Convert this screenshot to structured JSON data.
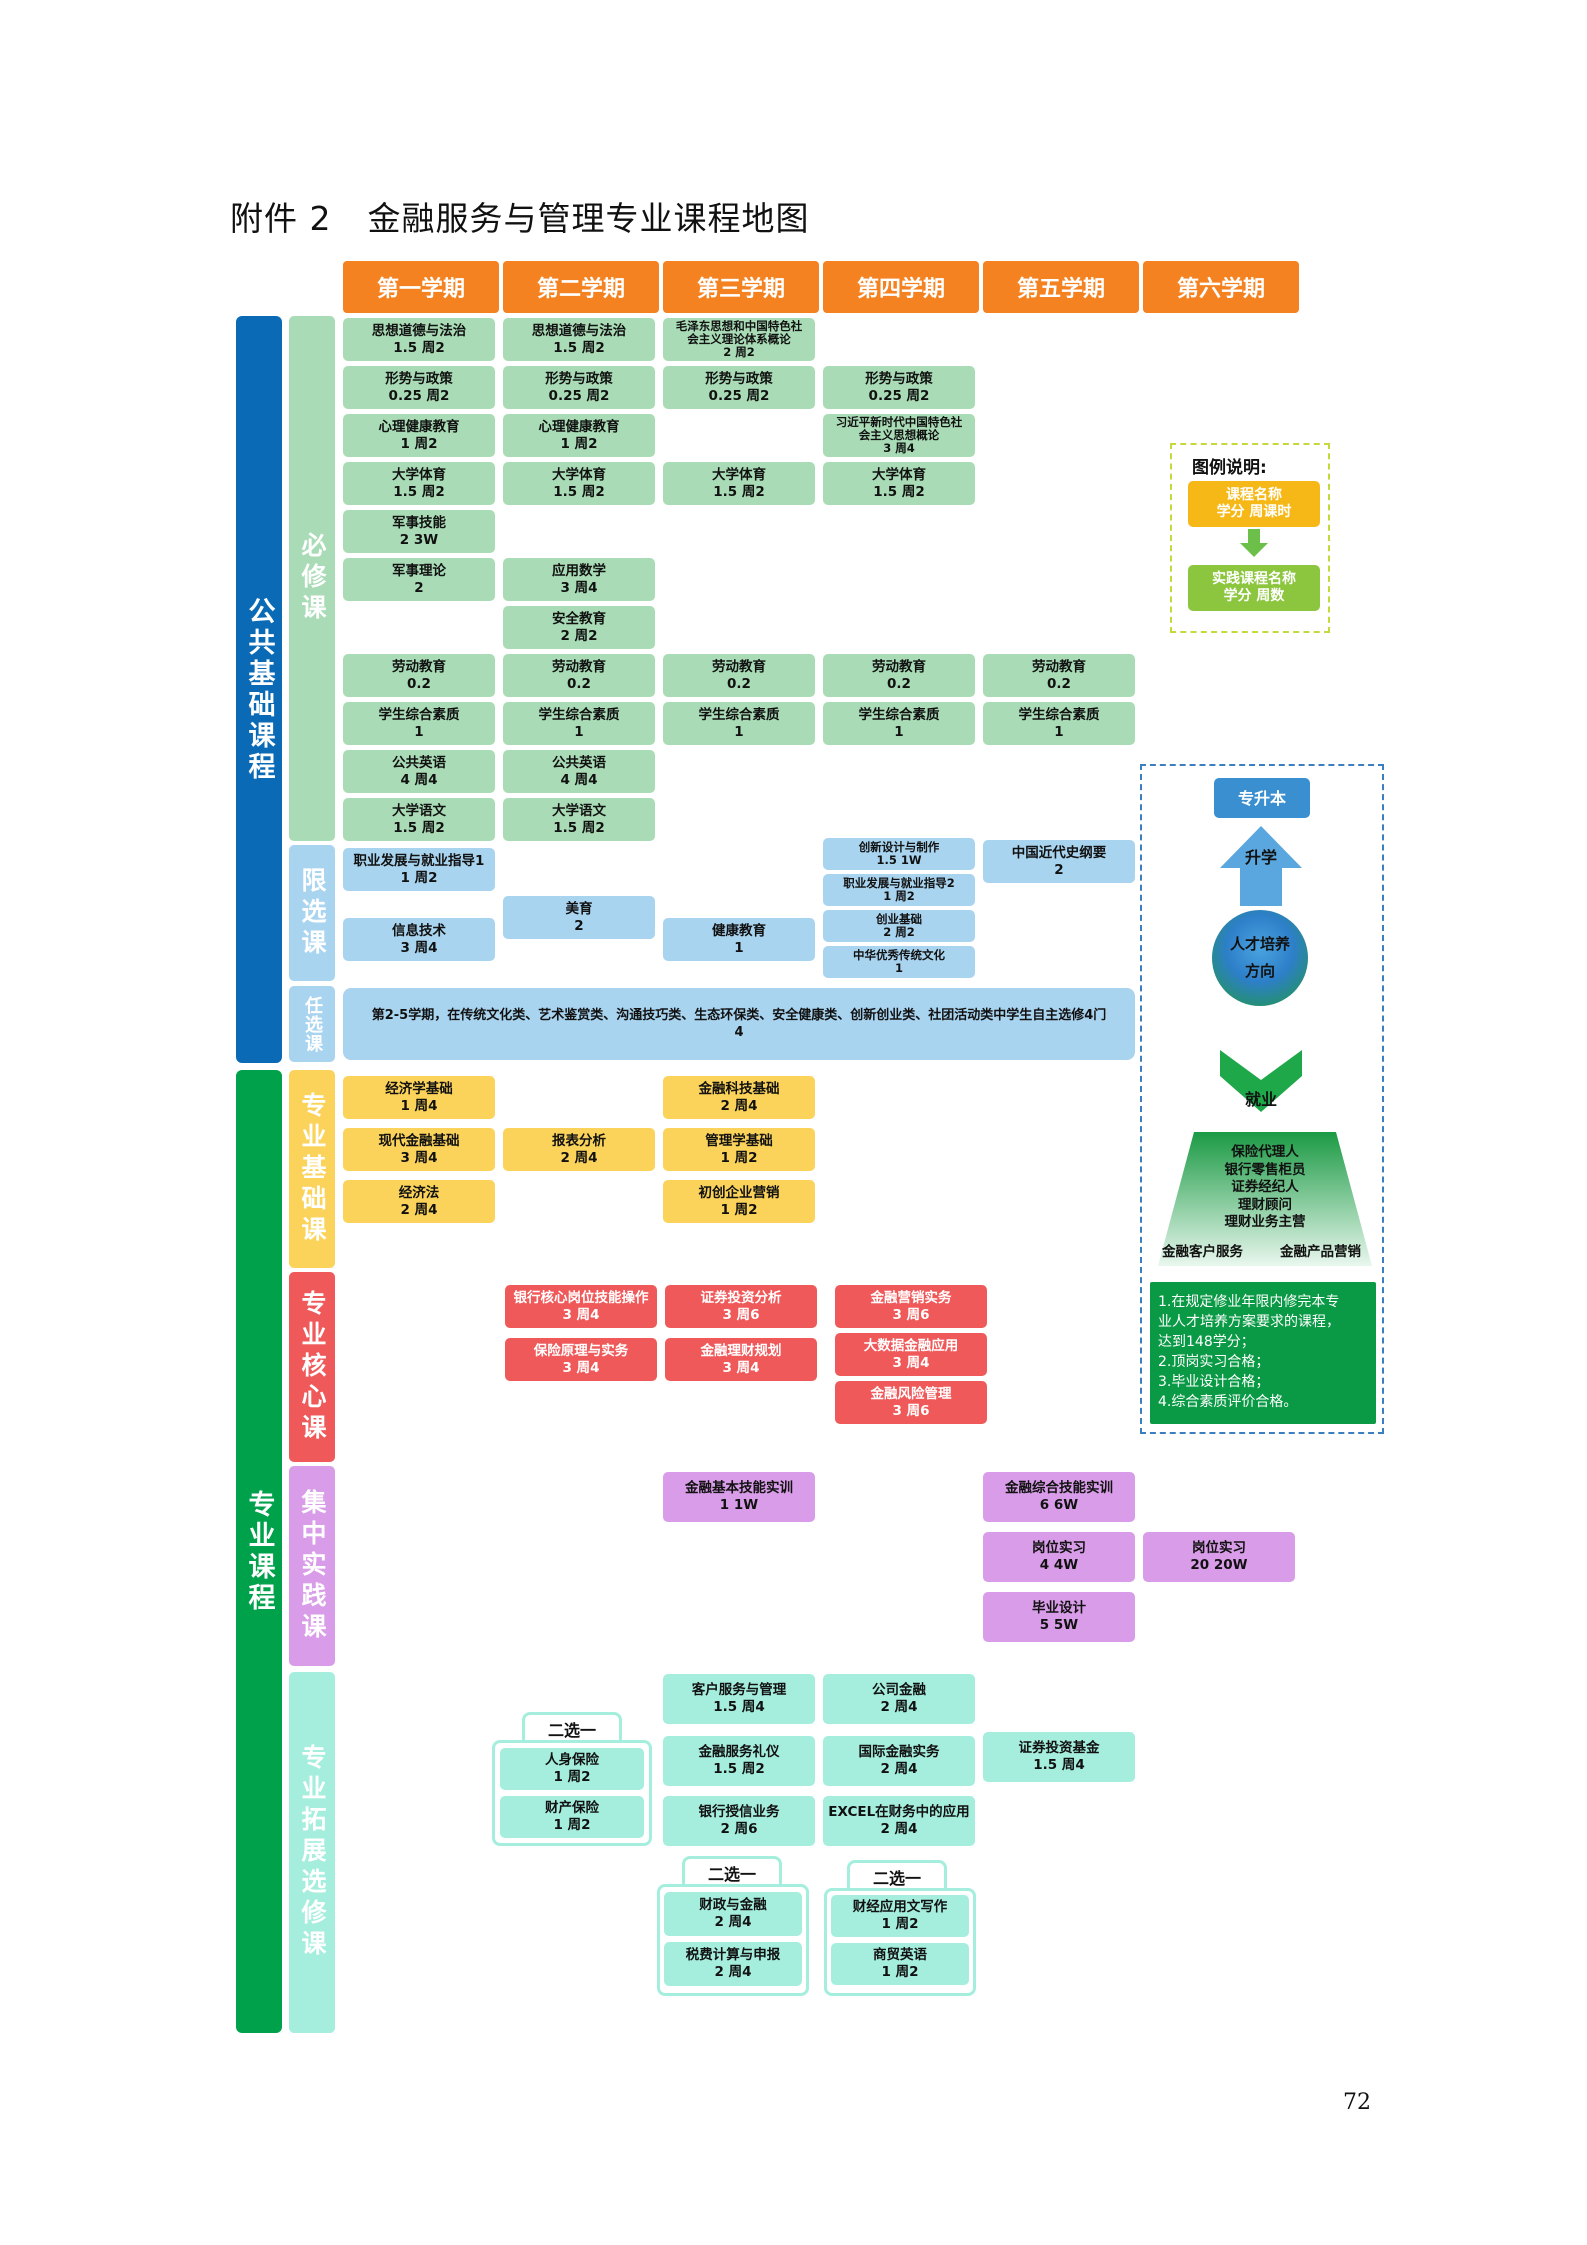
{
  "title": {
    "prefix": "附件 2",
    "text": "金融服务与管理专业课程地图"
  },
  "semesters": [
    "第一学期",
    "第二学期",
    "第三学期",
    "第四学期",
    "第五学期",
    "第六学期"
  ],
  "bands": {
    "public": "公共基础课程",
    "major": "专业课程"
  },
  "subs": {
    "required": "必修课",
    "limited": "限选课",
    "optional": "任选课",
    "major_basic": "专业基础课",
    "major_core": "专业核心课",
    "practice": "集中实践课",
    "ext": "专业拓展选修课"
  },
  "req": {
    "c1": [
      "思想道德与法治",
      "1.5 周2"
    ],
    "c2": [
      "思想道德与法治",
      "1.5 周2"
    ],
    "c3": [
      "毛泽东思想和中国特色社",
      "会主义理论体系概论",
      "2 周2"
    ],
    "c4": [
      "形势与政策",
      "0.25 周2"
    ],
    "c5": [
      "形势与政策",
      "0.25 周2"
    ],
    "c6": [
      "形势与政策",
      "0.25 周2"
    ],
    "c7": [
      "形势与政策",
      "0.25 周2"
    ],
    "c8": [
      "心理健康教育",
      "1 周2"
    ],
    "c9": [
      "心理健康教育",
      "1 周2"
    ],
    "c10": [
      "习近平新时代中国特色社",
      "会主义思想概论",
      "3 周4"
    ],
    "c11": [
      "大学体育",
      "1.5 周2"
    ],
    "c12": [
      "大学体育",
      "1.5 周2"
    ],
    "c13": [
      "大学体育",
      "1.5 周2"
    ],
    "c14": [
      "大学体育",
      "1.5 周2"
    ],
    "c15": [
      "军事技能",
      "2 3W"
    ],
    "c16": [
      "军事理论",
      "2"
    ],
    "c17": [
      "应用数学",
      "3 周4"
    ],
    "c18": [
      "安全教育",
      "2 周2"
    ],
    "c19": [
      "劳动教育",
      "0.2"
    ],
    "c20": [
      "劳动教育",
      "0.2"
    ],
    "c21": [
      "劳动教育",
      "0.2"
    ],
    "c22": [
      "劳动教育",
      "0.2"
    ],
    "c23": [
      "劳动教育",
      "0.2"
    ],
    "c24": [
      "学生综合素质",
      "1"
    ],
    "c25": [
      "学生综合素质",
      "1"
    ],
    "c26": [
      "学生综合素质",
      "1"
    ],
    "c27": [
      "学生综合素质",
      "1"
    ],
    "c28": [
      "学生综合素质",
      "1"
    ],
    "c29": [
      "公共英语",
      "4 周4"
    ],
    "c30": [
      "公共英语",
      "4 周4"
    ],
    "c31": [
      "大学语文",
      "1.5 周2"
    ],
    "c32": [
      "大学语文",
      "1.5 周2"
    ]
  },
  "lim": {
    "l1": [
      "职业发展与就业指导1",
      "1 周2"
    ],
    "l2": [
      "信息技术",
      "3 周4"
    ],
    "l3": [
      "美育",
      "2"
    ],
    "l4": [
      "健康教育",
      "1"
    ],
    "l5": [
      "创新设计与制作",
      "1.5 1W"
    ],
    "l6": [
      "职业发展与就业指导2",
      "1 周2"
    ],
    "l7": [
      "创业基础",
      "2 周2"
    ],
    "l8": [
      "中华优秀传统文化",
      "1"
    ],
    "l9": [
      "中国近代史纲要",
      "2"
    ]
  },
  "opt": [
    "第2-5学期，在传统文化类、艺术鉴赏类、沟通技巧类、生态环保类、安全健康类、创新创业类、社团活动类中学生自主选修4门",
    "4"
  ],
  "basic": {
    "b1": [
      "经济学基础",
      "1 周4"
    ],
    "b2": [
      "现代金融基础",
      "3 周4"
    ],
    "b3": [
      "经济法",
      "2 周4"
    ],
    "b4": [
      "报表分析",
      "2 周4"
    ],
    "b5": [
      "金融科技基础",
      "2 周4"
    ],
    "b6": [
      "管理学基础",
      "1 周2"
    ],
    "b7": [
      "初创企业营销",
      "1 周2"
    ]
  },
  "core": {
    "k1": [
      "银行核心岗位技能操作",
      "3 周4"
    ],
    "k2": [
      "保险原理与实务",
      "3 周4"
    ],
    "k3": [
      "证券投资分析",
      "3 周6"
    ],
    "k4": [
      "金融理财规划",
      "3 周4"
    ],
    "k5": [
      "金融营销实务",
      "3 周6"
    ],
    "k6": [
      "大数据金融应用",
      "3 周4"
    ],
    "k7": [
      "金融风险管理",
      "3 周6"
    ]
  },
  "prac": {
    "p1": [
      "金融基本技能实训",
      "1 1W"
    ],
    "p2": [
      "金融综合技能实训",
      "6 6W"
    ],
    "p3": [
      "岗位实习",
      "4 4W"
    ],
    "p4": [
      "毕业设计",
      "5 5W"
    ],
    "p5": [
      "岗位实习",
      "20 20W"
    ]
  },
  "ext": {
    "pick": "二选一",
    "e1": [
      "人身保险",
      "1 周2"
    ],
    "e2": [
      "财产保险",
      "1 周2"
    ],
    "e3": [
      "客户服务与管理",
      "1.5 周4"
    ],
    "e4": [
      "金融服务礼仪",
      "1.5 周2"
    ],
    "e5": [
      "银行授信业务",
      "2 周6"
    ],
    "e6": [
      "公司金融",
      "2 周4"
    ],
    "e7": [
      "国际金融实务",
      "2 周4"
    ],
    "e8": [
      "EXCEL在财务中的应用",
      "2 周4"
    ],
    "e9": [
      "证券投资基金",
      "1.5 周4"
    ],
    "e10": [
      "财政与金融",
      "2 周4"
    ],
    "e11": [
      "税费计算与申报",
      "2 周4"
    ],
    "e12": [
      "财经应用文写作",
      "1 周2"
    ],
    "e13": [
      "商贸英语",
      "1 周2"
    ]
  },
  "legend": {
    "title": "图例说明:",
    "top": [
      "课程名称",
      "学分 周课时"
    ],
    "bottom": [
      "实践课程名称",
      "学分 周数"
    ]
  },
  "path": {
    "top": "专升本",
    "up": "升学",
    "center": [
      "人才培养",
      "方向"
    ],
    "down": "就业",
    "jobs": [
      "保险代理人",
      "银行零售柜员",
      "证券经纪人",
      "理财顾问",
      "理财业务主营"
    ],
    "jobs_bottom": [
      "金融客户服务",
      "金融产品营销"
    ],
    "reqs": [
      "1.在规定修业年限内修完本专",
      "业人才培养方案要求的课程，",
      "达到148学分；",
      "2.顶岗实习合格；",
      "3.毕业设计合格；",
      "4.综合素质评价合格。"
    ]
  },
  "colors": {
    "orange": "#f58220",
    "blue_band": "#0a6ab5",
    "green_band": "#00a14b",
    "required": "#a9dcb6",
    "limited": "#a9d4f0",
    "basic": "#fbd35a",
    "core": "#f0595a",
    "practice": "#d99ce8",
    "ext": "#a5eede"
  },
  "page_number": "72"
}
